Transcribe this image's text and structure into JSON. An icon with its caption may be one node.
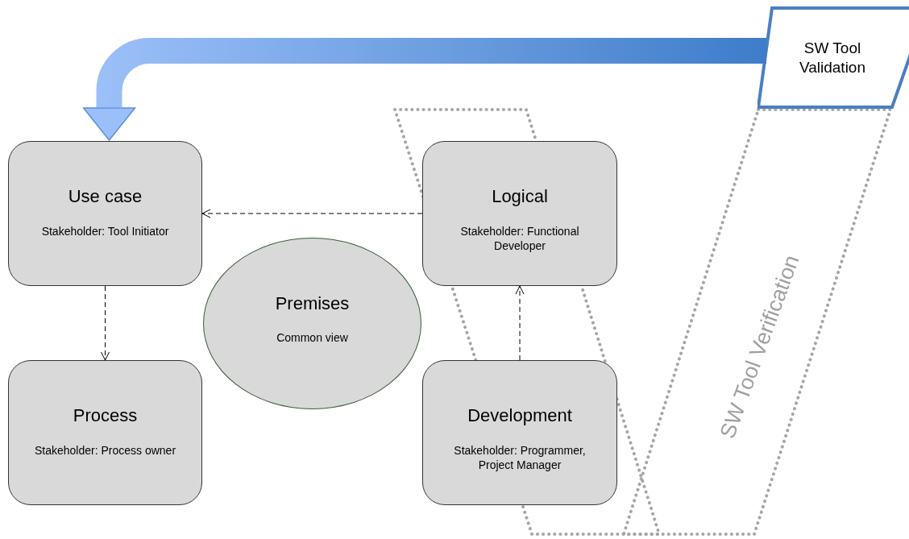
{
  "diagram": {
    "nodes": [
      {
        "text": [
          "Use case",
          "Stakeholder: Tool Initiator"
        ]
      },
      {
        "text": [
          "Process",
          "Stakeholder: Process owner"
        ]
      },
      {
        "text": [
          "Premises",
          "Common view"
        ]
      },
      {
        "text": [
          "Logical",
          "Stakeholder: Functional Developer"
        ]
      },
      {
        "text": [
          "Development",
          "Stakeholder: Programmer, Project Manager"
        ]
      },
      {
        "text": [
          "SW Tool Validation"
        ]
      },
      {
        "text": [
          "SW Tool Verification"
        ]
      }
    ],
    "edges": [
      {
        "from": 5,
        "to": 0,
        "arrow": "to",
        "style": "thick",
        "color": "#3d7cc9"
      },
      {
        "from": 3,
        "to": 0,
        "arrow": "to",
        "style": "dashed"
      },
      {
        "from": 0,
        "to": 1,
        "arrow": "to",
        "style": "dashed"
      },
      {
        "from": 4,
        "to": 3,
        "arrow": "to",
        "style": "dashed"
      }
    ]
  }
}
